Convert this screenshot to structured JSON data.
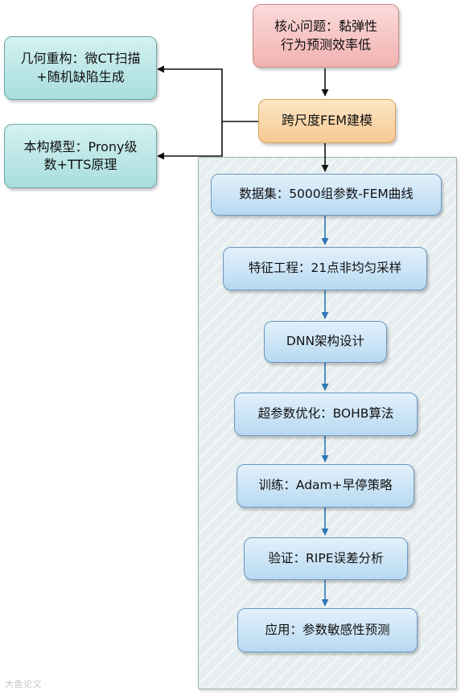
{
  "nodes": {
    "core_problem": "核心问题：黏弹性\n行为预测效率低",
    "geometry": "几何重构：微CT扫描\n+随机缺陷生成",
    "constitutive": "本构模型：Prony级\n数+TTS原理",
    "fem": "跨尺度FEM建模",
    "steps": [
      "数据集：5000组参数-FEM曲线",
      "特征工程：21点非均匀采样",
      "DNN架构设计",
      "超参数优化：BOHB算法",
      "训练：Adam+早停策略",
      "验证：RIPE误差分析",
      "应用：参数敏感性预测"
    ]
  },
  "watermark": "大鱼论文"
}
